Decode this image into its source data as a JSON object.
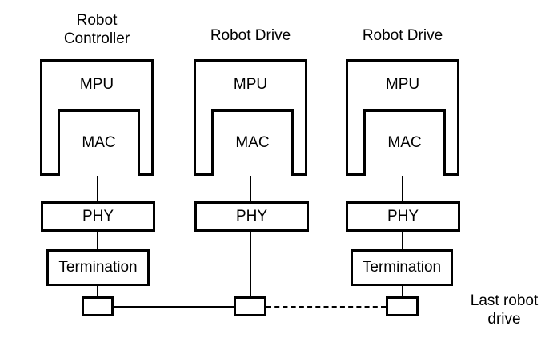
{
  "diagram": {
    "title_hidden": "",
    "stroke_color": "#000000",
    "background_color": "#ffffff",
    "columns": [
      {
        "id": "robot-controller",
        "title": "Robot\nController",
        "blocks": {
          "outer": "MPU",
          "inner": "MAC",
          "phy": "PHY",
          "termination": "Termination"
        },
        "has_termination": true,
        "connector_label": ""
      },
      {
        "id": "robot-drive-1",
        "title": "Robot Drive",
        "blocks": {
          "outer": "MPU",
          "inner": "MAC",
          "phy": "PHY",
          "termination": ""
        },
        "has_termination": false,
        "connector_label": ""
      },
      {
        "id": "robot-drive-last",
        "title": "Robot Drive",
        "blocks": {
          "outer": "MPU",
          "inner": "MAC",
          "phy": "PHY",
          "termination": "Termination"
        },
        "has_termination": true,
        "connector_label": ""
      }
    ],
    "bus": {
      "solid_segment_note": "",
      "dashed_segment_note": "",
      "end_label": "Last robot\ndrive"
    }
  }
}
